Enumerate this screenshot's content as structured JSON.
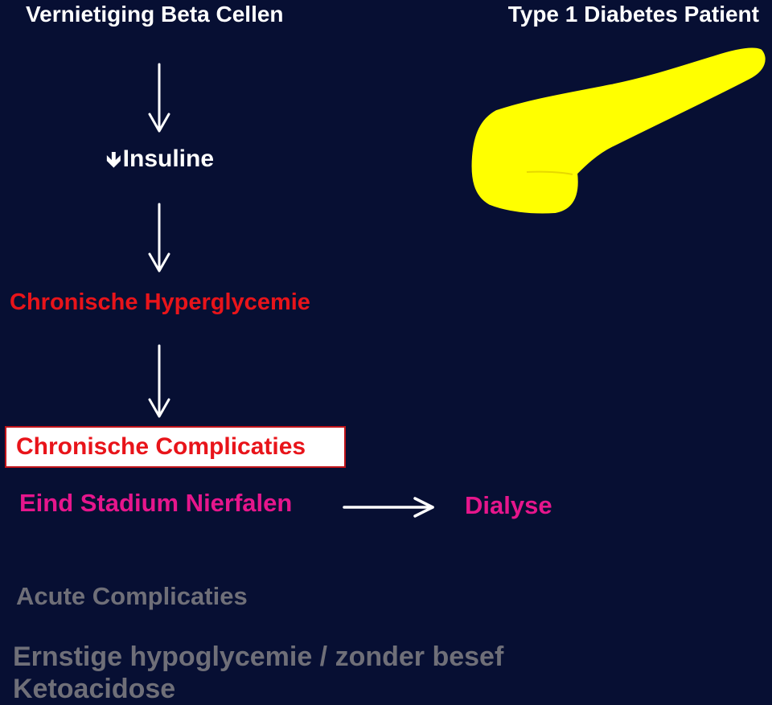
{
  "header": {
    "left_title": "Vernietiging Beta Cellen",
    "right_title": "Type 1 Diabetes Patient"
  },
  "flow": {
    "insuline_glyph": "🡻",
    "insuline_label": "Insuline",
    "hyperglycemie": "Chronische Hyperglycemie",
    "chronische_complicaties": "Chronische Complicaties",
    "nierfalen": "Eind Stadium Nierfalen",
    "dialyse": "Dialyse"
  },
  "acute": {
    "heading": "Acute Complicaties",
    "items": [
      "Ernstige hypoglycemie / zonder besef",
      "Ketoacidose"
    ]
  },
  "colors": {
    "background": "#070f33",
    "white": "#ffffff",
    "red": "#e8141a",
    "magenta": "#e6168c",
    "gray": "#6f6f78",
    "pancreas": "#ffff00"
  },
  "icons": {
    "pancreas": "pancreas-icon",
    "arrows": [
      "arrow-down-icon",
      "arrow-right-icon"
    ]
  }
}
